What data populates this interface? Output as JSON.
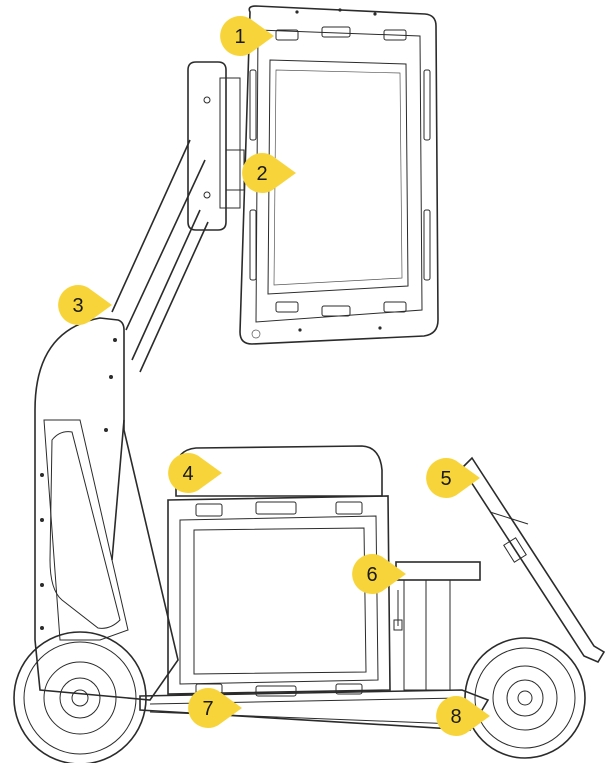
{
  "diagram": {
    "callout_color": "#f7d53a",
    "callouts": [
      {
        "id": "1",
        "label": "1"
      },
      {
        "id": "2",
        "label": "2"
      },
      {
        "id": "3",
        "label": "3"
      },
      {
        "id": "4",
        "label": "4"
      },
      {
        "id": "5",
        "label": "5"
      },
      {
        "id": "6",
        "label": "6"
      },
      {
        "id": "7",
        "label": "7"
      },
      {
        "id": "8",
        "label": "8"
      }
    ]
  }
}
